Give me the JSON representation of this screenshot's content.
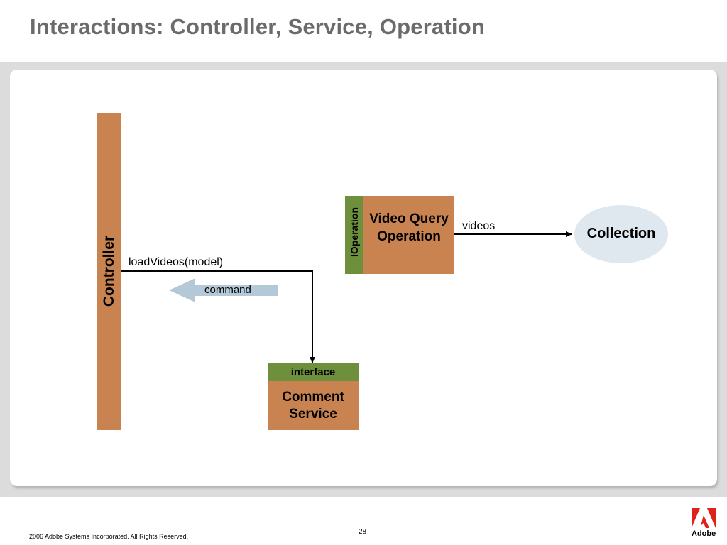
{
  "slide": {
    "title": "Interactions: Controller, Service, Operation",
    "footer": "2006 Adobe Systems Incorporated.  All Rights Reserved.",
    "page_number": "28",
    "logo_text": "Adobe"
  },
  "diagram": {
    "controller": "Controller",
    "operation_interface": "IOperation",
    "operation": "Video Query Operation",
    "collection": "Collection",
    "service_interface": "interface",
    "service": "Comment Service",
    "edge_videos": "videos",
    "edge_load": "loadVideos(model)",
    "command": "command"
  },
  "colors": {
    "component_fill": "#c98350",
    "interface_fill": "#6e8f3c",
    "collection_fill": "#dfe8ee",
    "command_arrow": "#b3c9d8",
    "title": "#6b6b6b",
    "logo_red": "#e0201b"
  }
}
